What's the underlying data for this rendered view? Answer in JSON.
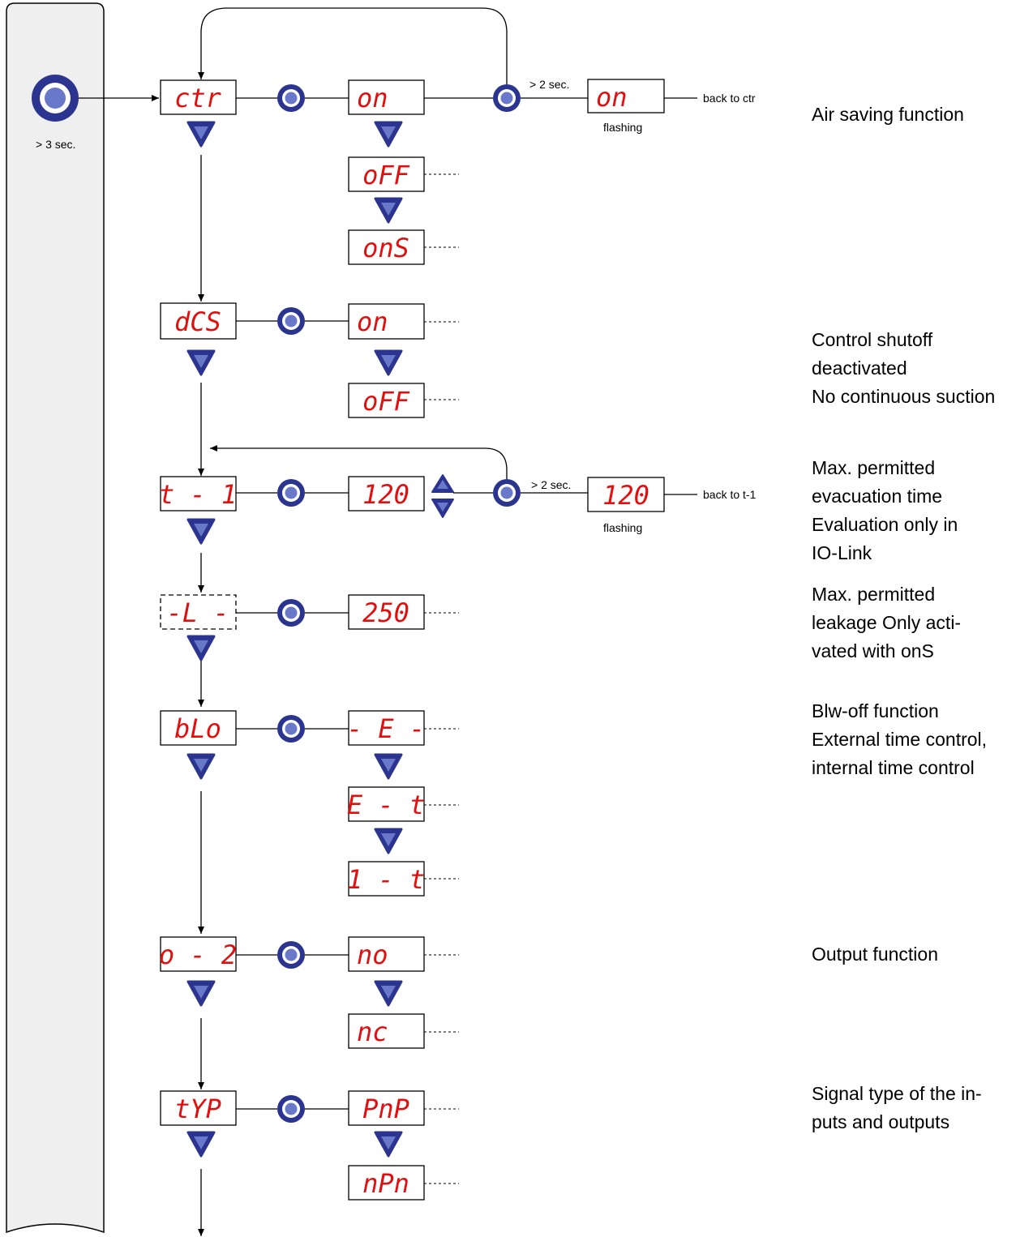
{
  "colors": {
    "display_text": "#e11010",
    "button_blue": "#2b3590",
    "line": "#000000",
    "panel": "#efefef"
  },
  "icons": {
    "enter_button": "enter-button-icon",
    "down_button": "down-arrow-icon",
    "up_button": "up-arrow-icon"
  },
  "start": {
    "hold": "> 3 sec."
  },
  "menu": {
    "ctr": {
      "param": "ctr",
      "values": [
        "on",
        "oFF",
        "onS"
      ],
      "hold": "> 2 sec.",
      "confirm": "on",
      "state": "flashing",
      "back": "back to ctr",
      "desc": "Air saving function"
    },
    "dcs": {
      "param": "dCS",
      "values": [
        "on",
        "oFF"
      ],
      "desc": "Control shutoff\ndeactivated\nNo continuous suction"
    },
    "t1": {
      "param": "t - 1",
      "value": "120",
      "hold": "> 2 sec.",
      "confirm": "120",
      "state": "flashing",
      "back": "back to t-1",
      "desc": "Max. permitted\nevacuation time\nEvaluation only in\nIO-Link"
    },
    "leak": {
      "param": "-L -",
      "value": "250",
      "desc": "Max. permitted\nleakage      Only acti-\nvated with onS"
    },
    "blo": {
      "param": "bLo",
      "values": [
        "- E -",
        "E - t",
        "1 - t"
      ],
      "desc": "Blw-off function\nExternal time control,\ninternal time control"
    },
    "o2": {
      "param": "o - 2",
      "values": [
        "no",
        "nc"
      ],
      "desc": "Output function"
    },
    "typ": {
      "param": "tYP",
      "values": [
        "PnP",
        "nPn"
      ],
      "desc": "Signal type of the in-\nputs and outputs"
    }
  }
}
